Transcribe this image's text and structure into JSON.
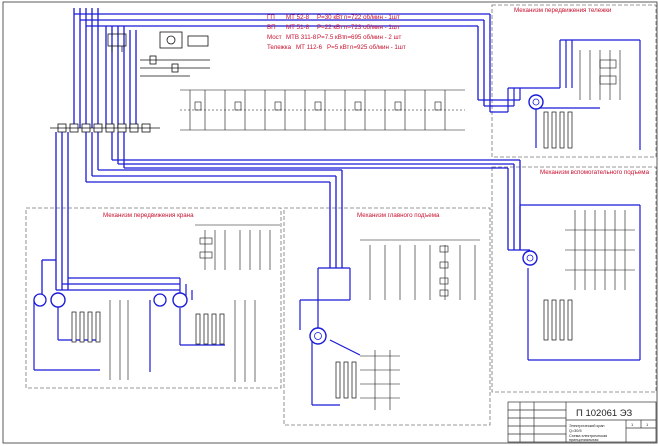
{
  "specs": [
    {
      "code": "ГП",
      "model": "МТ 52-8",
      "power": "Р=30 кВт",
      "speed": "n=722 об/мин - 1шт"
    },
    {
      "code": "ВП",
      "model": "МТ 51-8",
      "power": "Р=22 кВт",
      "speed": "n=723 об/мин - 1шт"
    },
    {
      "code": "Мост",
      "model": "МТВ 311-8",
      "power": "Р=7.5 кВт",
      "speed": "n=695 об/мин - 2 шт"
    },
    {
      "code": "Тележка",
      "model": "МТ 112-6",
      "power": "Р=5 кВт",
      "speed": "n=925 об/мин - 1шт"
    }
  ],
  "sections": {
    "trolley": "Механизм передвижения тележки",
    "auxiliary": "Механизм вспомогательного подъема",
    "bridge": "Механизм передвижения крана",
    "main_hoist": "Механизм главного подъема"
  },
  "title_block": {
    "doc_number": "П 102061 ЭЗ",
    "line1": "Электрический кран",
    "line2": "Q=30/5",
    "line3": "Схема электрическая",
    "line4": "принципиальная",
    "sheet": "1",
    "sheets": "1"
  },
  "colors": {
    "power": "#1a1ad8",
    "control": "#111111",
    "frame": "#777777",
    "label": "#c8102e"
  }
}
